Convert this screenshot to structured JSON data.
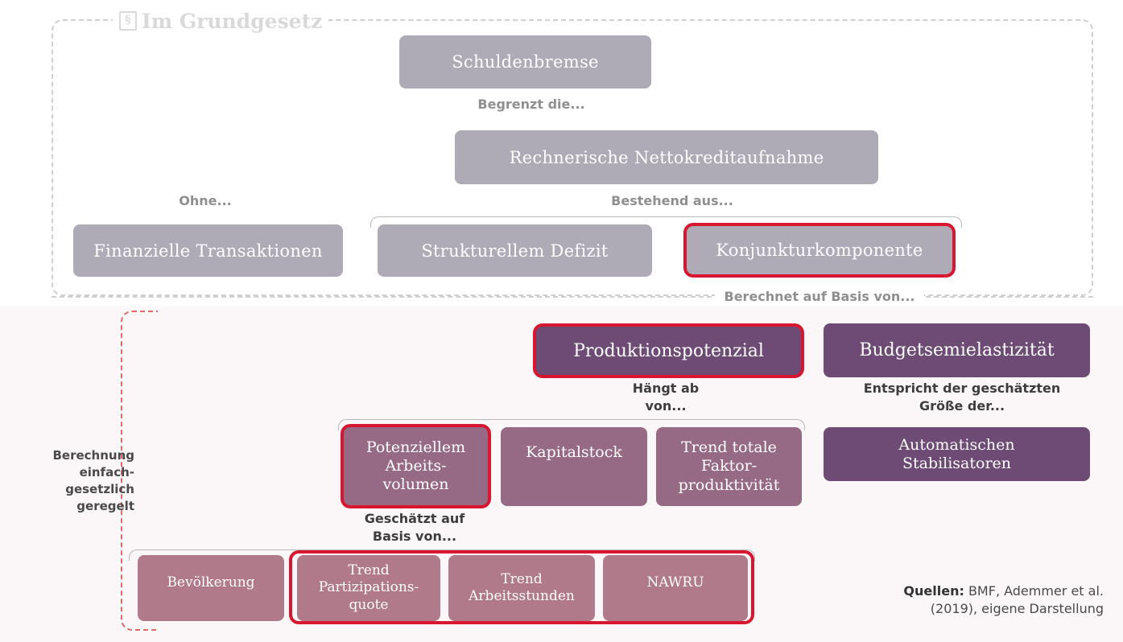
{
  "frame": {
    "title": "Im Grundgesetz",
    "icon": "paragraph-icon"
  },
  "boxes": {
    "schuldenbremse": "Schuldenbremse",
    "nettokredit": "Rechnerische Nettokreditaufnahme",
    "finanzielle": "Finanzielle Transaktionen",
    "strukturell": "Strukturellem Defizit",
    "konjunktur": "Konjunkturkomponente",
    "produktion": "Produktionspotenzial",
    "budget": "Budgetsemielastizität",
    "arbeitsvolumen": [
      "Potenziellem",
      "Arbeits-",
      "volumen"
    ],
    "kapitalstock": "Kapitalstock",
    "tfp": [
      "Trend totale",
      "Faktor-",
      "produktivität"
    ],
    "stabilisatoren": [
      "Automatischen",
      "Stabilisatoren"
    ],
    "bevoelkerung": "Bevölkerung",
    "partizipation": [
      "Trend",
      "Partizipations-",
      "quote"
    ],
    "arbeitsstunden": [
      "Trend",
      "Arbeitsstunden"
    ],
    "nawru": "NAWRU"
  },
  "labels": {
    "begrenzt": "Begrenzt die...",
    "ohne": "Ohne...",
    "bestehend": "Bestehend aus...",
    "berechnet": "Berechnet auf Basis von...",
    "haengt": [
      "Hängt ab",
      "von..."
    ],
    "entspricht": [
      "Entspricht der geschätzten",
      "Größe der..."
    ],
    "geschaetzt": [
      "Geschätzt auf",
      "Basis von..."
    ],
    "berechnung": [
      "Berechnung",
      "einfach-",
      "gesetzlich",
      "geregelt"
    ]
  },
  "source": {
    "prefix": "Quellen:",
    "text": "BMF, Ademmer et al.",
    "text2": "(2019), eigene Darstellung"
  },
  "colors": {
    "grey": "#aeaab6",
    "dark": "#6d4b74",
    "mauve": "#966a85",
    "rose": "#b07a8b",
    "highlight": "#d9162f"
  }
}
